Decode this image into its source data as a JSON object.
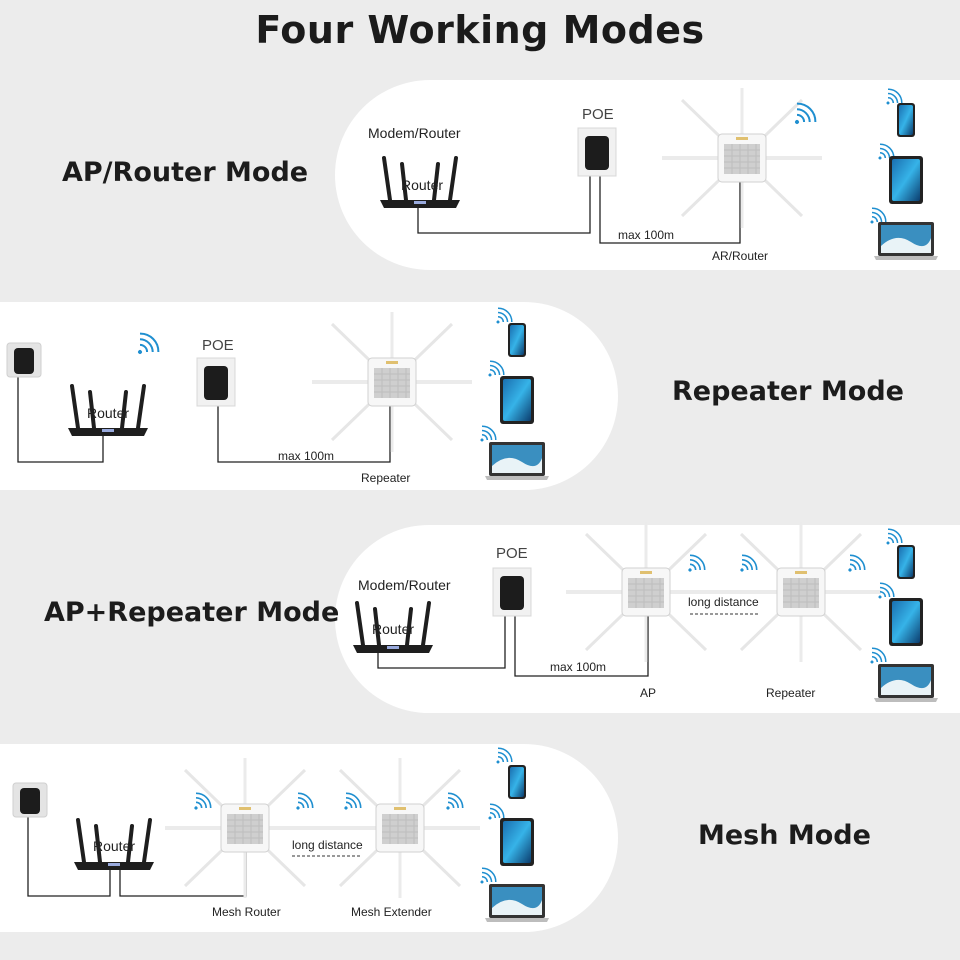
{
  "title": "Four Working Modes",
  "colors": {
    "wifi": "#1f8fd0",
    "background": "#ececec",
    "panel": "#ffffff",
    "wire": "#222222"
  },
  "modes": [
    {
      "name": "AP/Router Mode",
      "labels": {
        "modem": "Modem/Router",
        "router": "Router",
        "poe": "POE",
        "distance": "max 100m",
        "device": "AR/Router"
      }
    },
    {
      "name": "Repeater Mode",
      "labels": {
        "router": "Router",
        "poe": "POE",
        "distance": "max 100m",
        "device": "Repeater"
      }
    },
    {
      "name": "AP+Repeater Mode",
      "labels": {
        "modem": "Modem/Router",
        "router": "Router",
        "poe": "POE",
        "distance": "max 100m",
        "long": "long distance",
        "device1": "AP",
        "device2": "Repeater"
      }
    },
    {
      "name": "Mesh Mode",
      "labels": {
        "router": "Router",
        "long": "long distance",
        "device1": "Mesh Router",
        "device2": "Mesh Extender"
      }
    }
  ],
  "icons": [
    "wall-plug-icon",
    "router-icon",
    "poe-adapter-icon",
    "access-point-icon",
    "wifi-icon",
    "smartphone-icon",
    "tablet-icon",
    "laptop-icon"
  ]
}
